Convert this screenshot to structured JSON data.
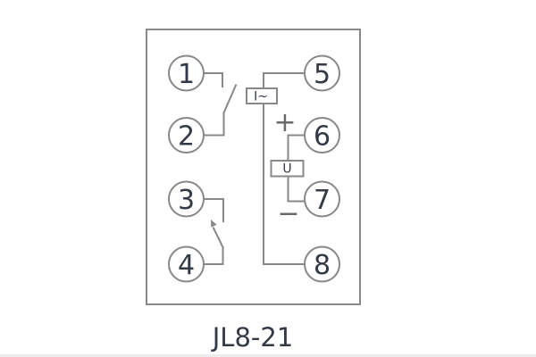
{
  "diagram": {
    "caption": "JL8-21",
    "terminals": [
      {
        "label": "1"
      },
      {
        "label": "2"
      },
      {
        "label": "3"
      },
      {
        "label": "4"
      },
      {
        "label": "5"
      },
      {
        "label": "6"
      },
      {
        "label": "7"
      },
      {
        "label": "8"
      }
    ],
    "current_element_label": "I~",
    "voltage_element_label": "U",
    "plus_label": "+",
    "minus_label": "−",
    "colors": {
      "line": "#888888",
      "text": "#333a46",
      "sign": "#6a6a6a"
    }
  }
}
